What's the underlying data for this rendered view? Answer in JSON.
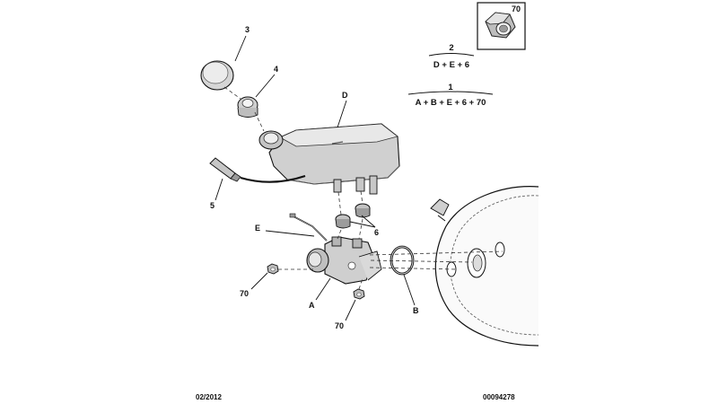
{
  "diagram": {
    "labels": {
      "part_3": "3",
      "part_4": "4",
      "part_D": "D",
      "part_5": "5",
      "part_E": "E",
      "part_6": "6",
      "part_70_left": "70",
      "part_A": "A",
      "part_70_bottom": "70",
      "part_B": "B",
      "inset_70": "70"
    },
    "kits": [
      {
        "number": "2",
        "contents": "D + E + 6"
      },
      {
        "number": "1",
        "contents": "A + B + E + 6 + 70"
      }
    ]
  },
  "footer": {
    "date": "02/2012",
    "reference": "00094278"
  },
  "colors": {
    "line": "#111111",
    "part_fill": "#d4d4d4",
    "part_shadow": "#8a8a8a",
    "part_highlight": "#eeeeee"
  }
}
